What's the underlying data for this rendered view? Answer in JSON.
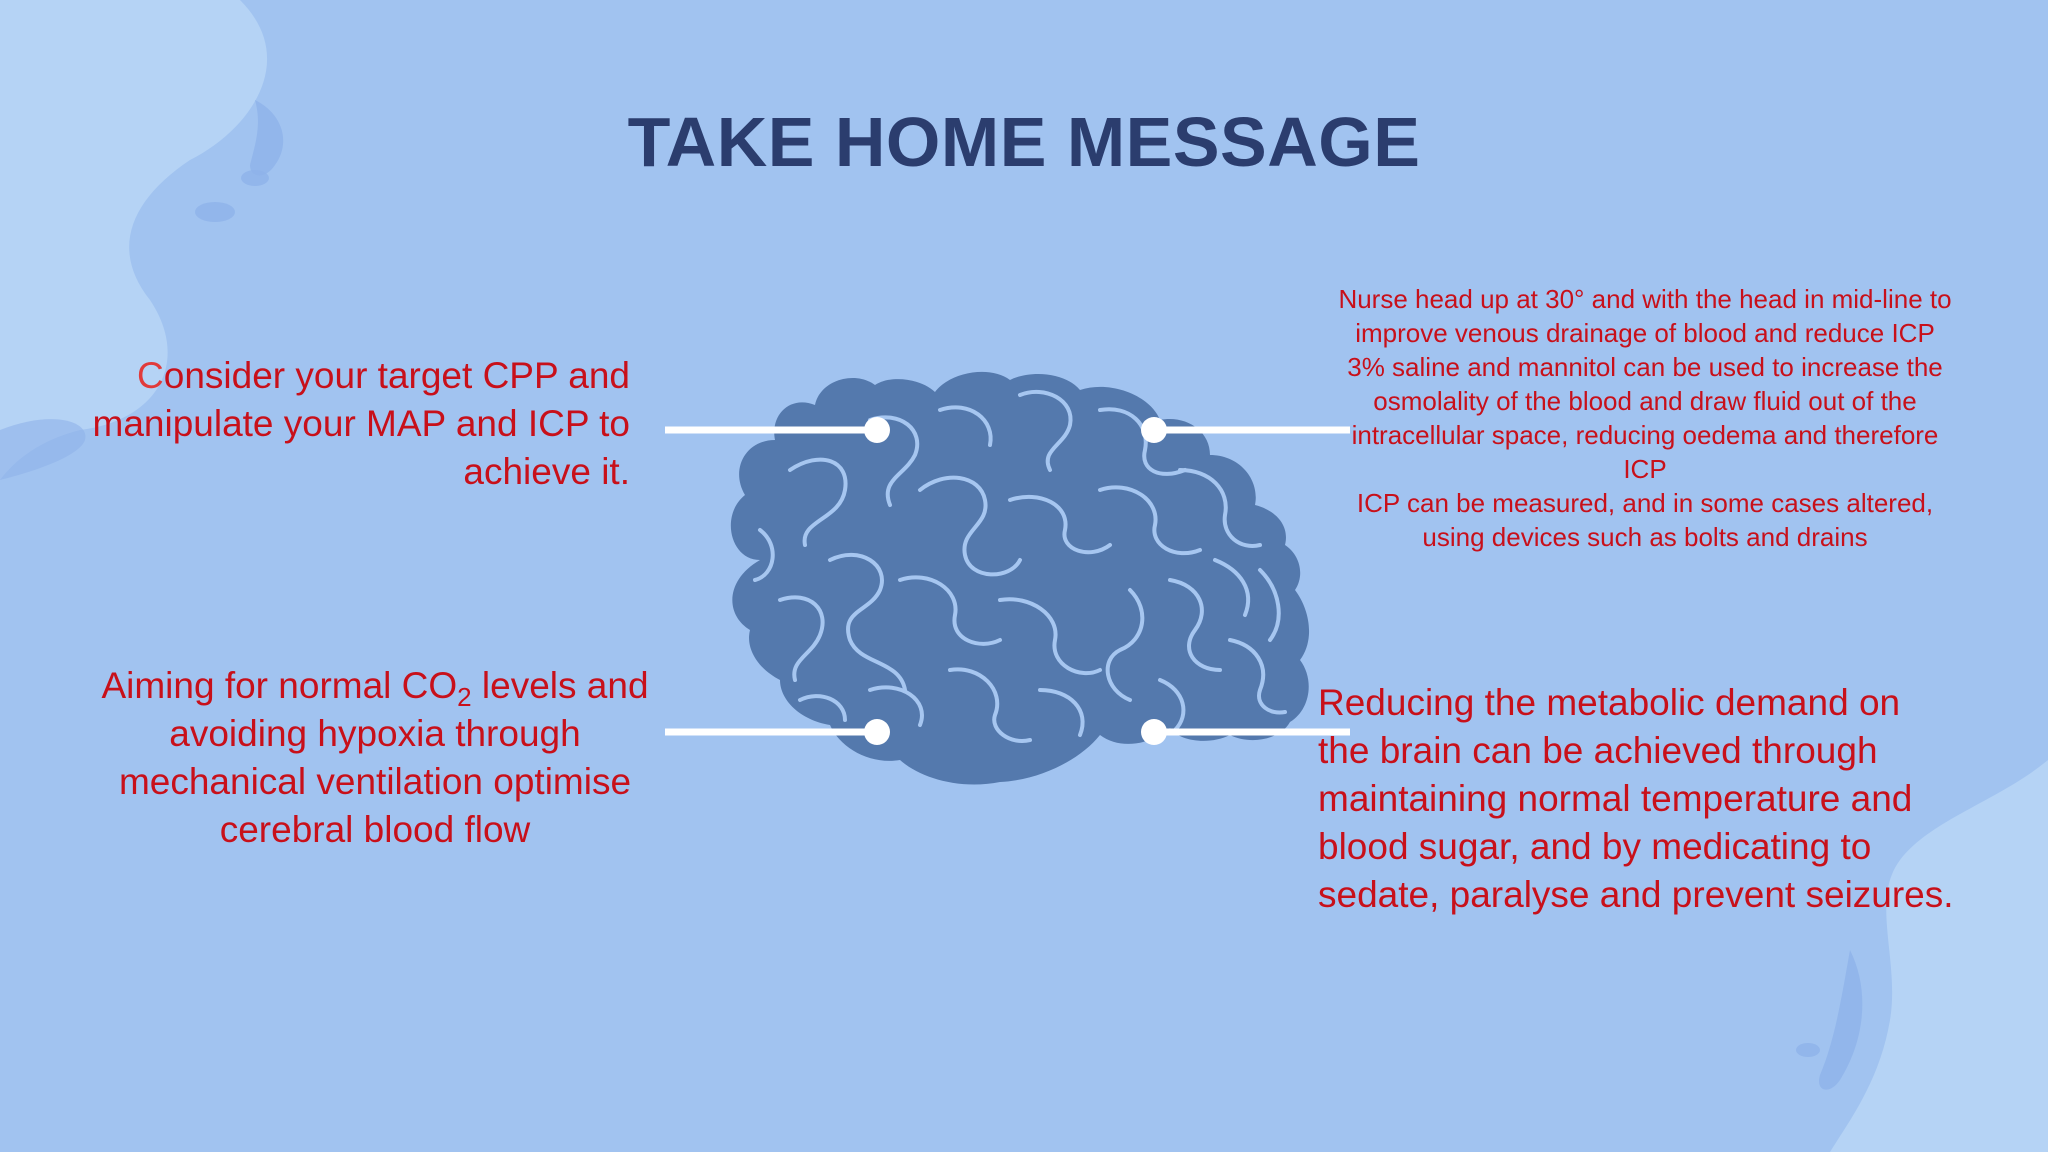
{
  "slide": {
    "title": "TAKE HOME MESSAGE"
  },
  "top_left": {
    "first_letter": "C",
    "rest": "onsider your target CPP and manipulate your MAP and ICP to achieve it."
  },
  "bottom_left": {
    "part1": "Aiming for normal CO",
    "subscript": "2",
    "part2": " levels and avoiding hypoxia through mechanical ventilation optimise cerebral blood flow"
  },
  "top_right": {
    "lines": [
      "Nurse head up at 30° and with the head in mid-line to improve venous drainage of blood and reduce ICP",
      "3% saline and mannitol can be used to increase the osmolality of the blood and draw fluid out of the intracellular space, reducing oedema and therefore ICP",
      "ICP can be measured, and in some cases altered, using devices such as bolts and drains"
    ]
  },
  "bottom_right": {
    "text": "Reducing the metabolic demand on the brain can be achieved through maintaining normal temperature and blood sugar, and by medicating to sedate, paralyse and prevent seizures."
  },
  "colors": {
    "background": "#a1c3f0",
    "title": "#2b3d6e",
    "body_text": "#c8101a",
    "brain_fill": "#5479ad",
    "brain_lines": "#a6c6f0",
    "connector": "#ffffff"
  }
}
